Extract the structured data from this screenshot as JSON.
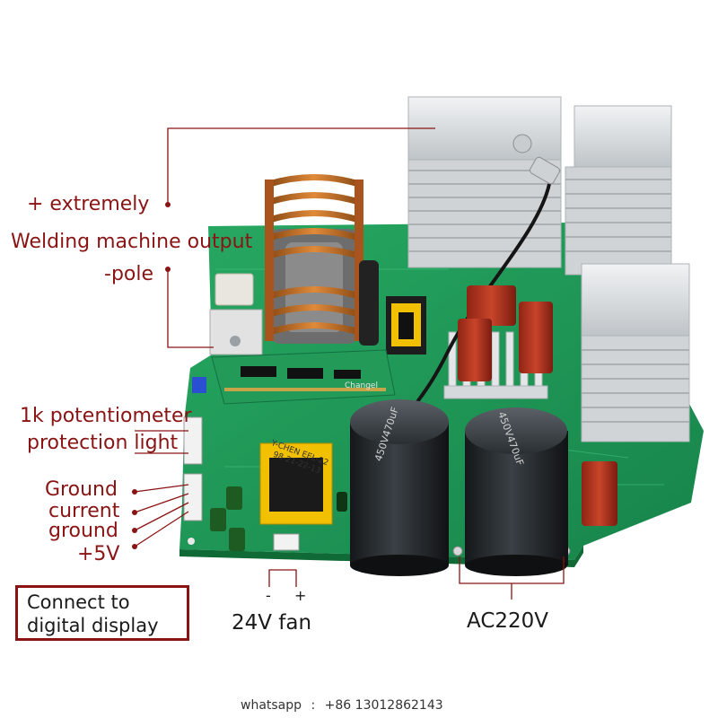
{
  "labels": {
    "plus_extremely": "+ extremely",
    "welding_output": "Welding machine output",
    "minus_pole": "-pole",
    "potentiometer": "1k potentiometer",
    "protection_light": "protection light",
    "ground_upper": "Ground",
    "current": "current",
    "ground_lower": "ground",
    "plus_5v": "+5V",
    "connect_line1": "Connect to",
    "connect_line2": "digital display",
    "fan_minus": "-",
    "fan_plus": "+",
    "fan": "24V fan",
    "ac": "AC220V"
  },
  "board_text": {
    "cap_left": "450V470uF",
    "cap_right": "450V470uF",
    "transformer_line1": "Y-CHEN EEL-22",
    "transformer_line2": "98-21-22-13",
    "module": "Changel"
  },
  "contact": {
    "label": "whatsapp",
    "separator": ":",
    "number": "+86 13012862143"
  },
  "colors": {
    "label_red": "#8a1414",
    "pcb_green": "#1f9a55",
    "heatsink": "#d9dde0",
    "capacitor": "#1f2326",
    "copper": "#c06a22"
  }
}
